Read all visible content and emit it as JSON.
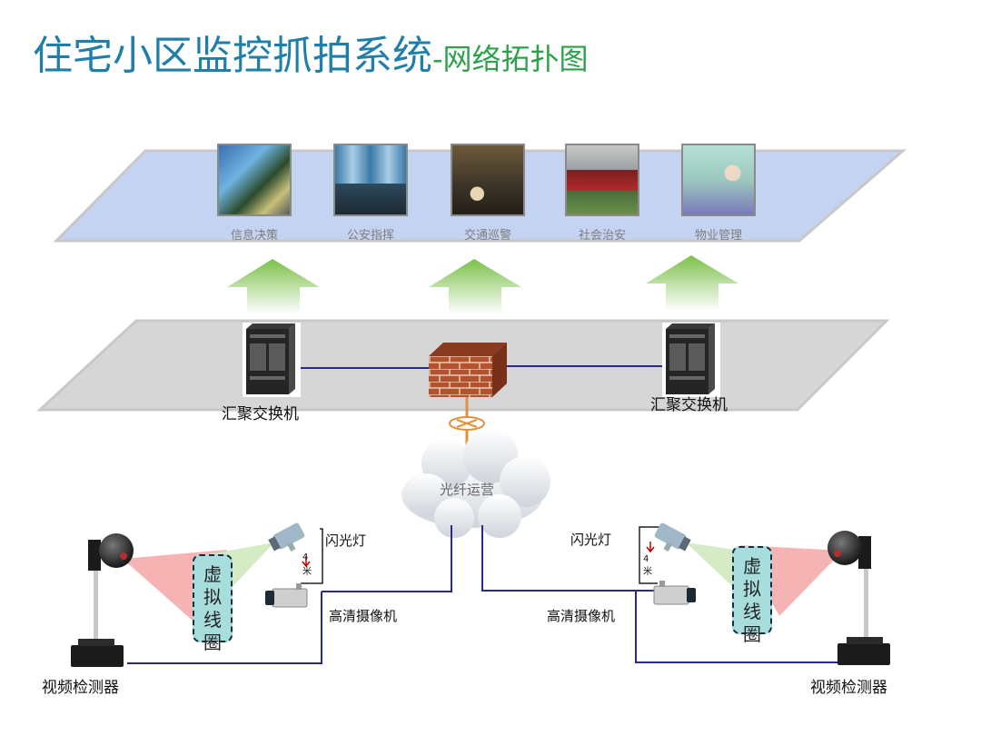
{
  "title": {
    "main": "住宅小区监控抓拍系统",
    "sub": "-网络拓扑图"
  },
  "colors": {
    "title_main": "#1f7fa8",
    "title_sub": "#2da24a",
    "app_plane": "#c5d3f2",
    "net_plane": "#d6d6d6",
    "link_line": "#2a2a8a"
  },
  "applications": [
    {
      "label": "信息决策",
      "icon": "monitoring-wall-photo"
    },
    {
      "label": "公安指挥",
      "icon": "command-center-photo"
    },
    {
      "label": "交通巡警",
      "icon": "traffic-control-photo"
    },
    {
      "label": "社会治安",
      "icon": "truck-photo"
    },
    {
      "label": "物业管理",
      "icon": "office-photo"
    }
  ],
  "network": {
    "switch_left": "汇聚交换机",
    "switch_right": "汇聚交换机",
    "firewall_icon": "firewall-brick-icon",
    "cloud_label": "光纤运营"
  },
  "sites": {
    "left": {
      "flash": "闪光灯",
      "distance_num": "4",
      "distance_unit": "米",
      "hd_camera": "高清摄像机",
      "virtual_coil": [
        "虚",
        "拟",
        "线",
        "圈"
      ],
      "detector": "视频检测器"
    },
    "right": {
      "flash": "闪光灯",
      "distance_num": "4",
      "distance_unit": "米",
      "hd_camera": "高清摄像机",
      "virtual_coil": [
        "虚",
        "拟",
        "线",
        "圈"
      ],
      "detector": "视频检测器"
    }
  }
}
